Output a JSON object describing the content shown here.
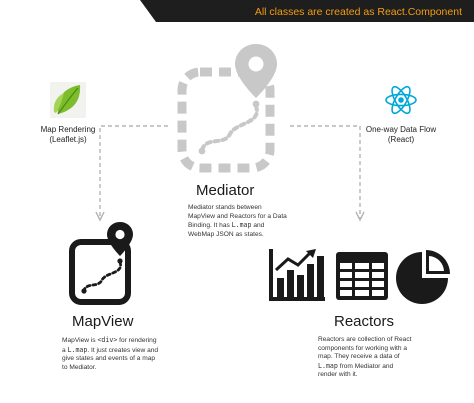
{
  "header": {
    "banner_text": "All classes are created as React.Component"
  },
  "colors": {
    "banner_accent": "#f39c12",
    "react_blue": "#00a8d8",
    "leaf_green": "#7cbd2b",
    "mediator_gray": "#c8c8c8",
    "dark": "#1a1a1a"
  },
  "left_source": {
    "icon": "leaf-icon",
    "label_line1": "Map Rendering",
    "label_line2": "(Leaflet.js)"
  },
  "right_source": {
    "icon": "react-atom-icon",
    "label_line1": "One-way Data Flow",
    "label_line2": "(React)"
  },
  "mediator": {
    "icon": "map-pin-route-icon",
    "title": "Mediator",
    "desc": {
      "line1": "Mediator stands between",
      "line2": "MapView and Reactors for a Data",
      "line3_pre": "Binding. It has ",
      "line3_code": "L.map",
      "line3_post": " and",
      "line4": "WebMap JSON as states."
    }
  },
  "mapview": {
    "icon": "map-pin-route-icon",
    "title": "MapView",
    "desc": {
      "line1_pre": "MapView is ",
      "line1_code": "<div>",
      "line1_post": " for rendering",
      "line2_pre": "a ",
      "line2_code": "L.map",
      "line2_post": ". It just creates view and",
      "line3": "give states and events of a map",
      "line4": "to Mediator."
    }
  },
  "reactors": {
    "icons": [
      "bar-chart-icon",
      "table-icon",
      "pie-chart-icon"
    ],
    "title": "Reactors",
    "desc": {
      "line1": "Reactors are collection of React",
      "line2": "components for working with a",
      "line3": "map. They receive a data of",
      "line4_code": "L.map",
      "line4_post": " from Mediator and",
      "line5": "render with it."
    }
  }
}
